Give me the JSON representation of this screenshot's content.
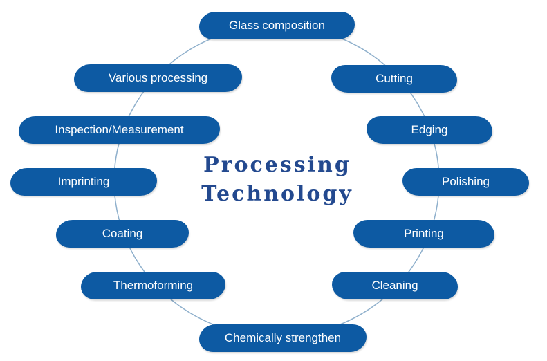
{
  "diagram": {
    "title_line1": "Processing",
    "title_line2": "Technology",
    "accent_color": "#0d5aa3",
    "title_color": "#23498f",
    "ring_color": "#8fb0cc",
    "nodes": {
      "glass_composition": "Glass composition",
      "cutting": "Cutting",
      "edging": "Edging",
      "polishing": "Polishing",
      "printing": "Printing",
      "cleaning": "Cleaning",
      "chemically_strengthen": "Chemically strengthen",
      "thermoforming": "Thermoforming",
      "coating": "Coating",
      "imprinting": "Imprinting",
      "inspection_measurement": "Inspection/Measurement",
      "various_processing": "Various processing"
    }
  }
}
